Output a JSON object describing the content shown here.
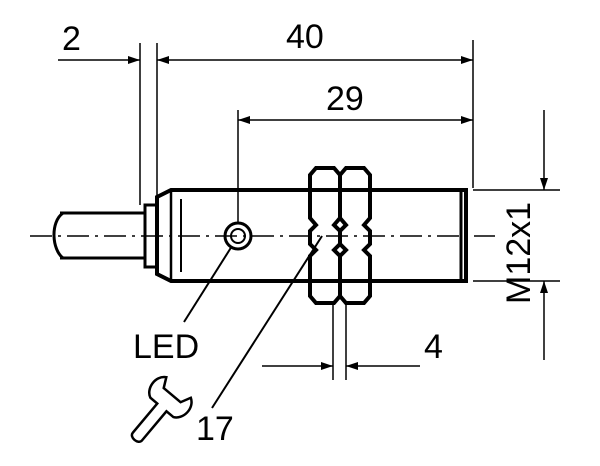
{
  "dimensions": {
    "cable_offset": "2",
    "overall_length": "40",
    "led_to_front": "29",
    "nut_thickness": "4",
    "thread": "M12x1"
  },
  "callouts": {
    "led": "LED",
    "wrench_size": "17"
  },
  "icons": {
    "wrench": "wrench-icon"
  }
}
